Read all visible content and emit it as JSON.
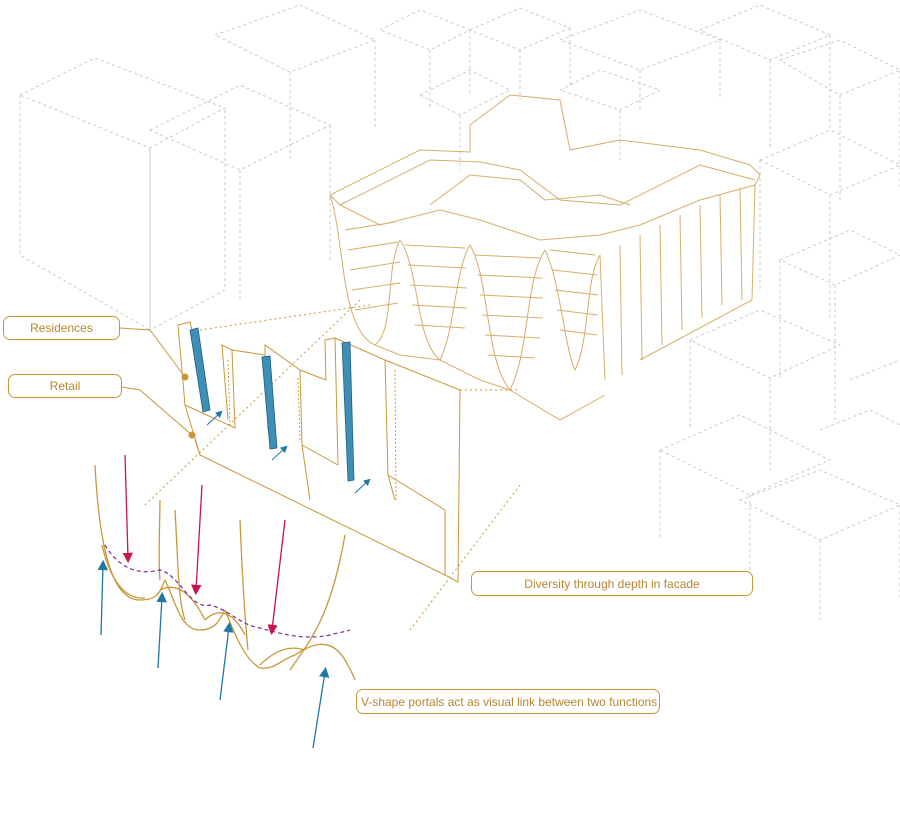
{
  "labels": {
    "residences": "Residences",
    "retail": "Retail",
    "diversity": "Diversity through depth in facade",
    "portals": "V-shape portals act as visual link between two functions"
  },
  "colors": {
    "outline": "#c9973a",
    "context": "#c8c8c8",
    "column": "#3d8fb4",
    "arrow_blue": "#1f77a6",
    "arrow_red": "#c8144a",
    "dash_purple": "#7a2a9a"
  }
}
